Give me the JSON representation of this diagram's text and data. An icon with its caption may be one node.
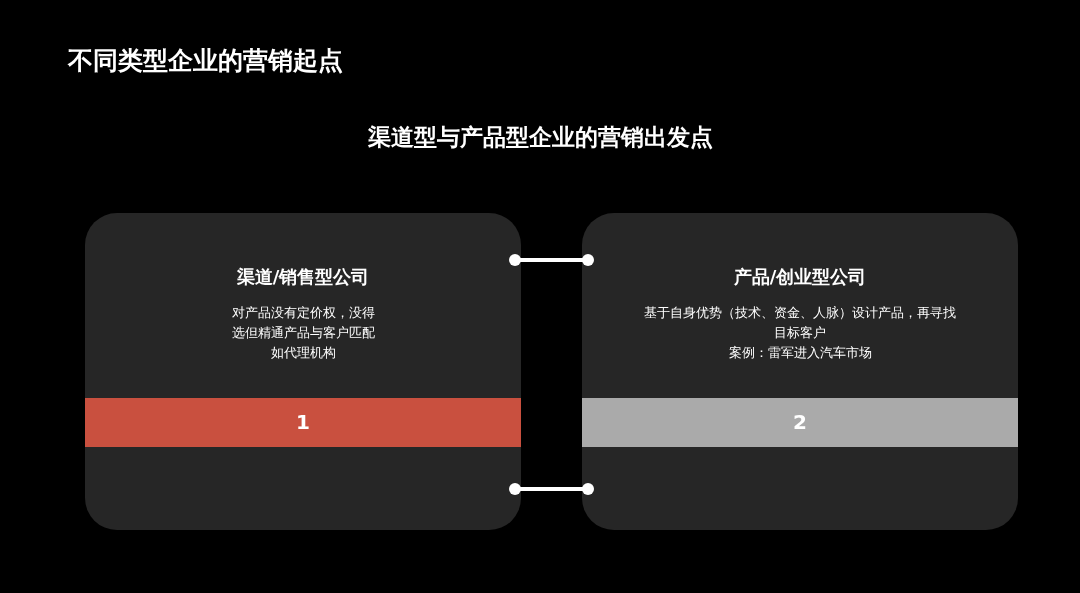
{
  "diagram": {
    "title": "不同类型企业的营销起点",
    "nodes": [
      {
        "text": [
          "渠道/销售型公司",
          "对产品没有定价权，没得选但精通产品与客户匹配如代理机构"
        ]
      },
      {
        "text": [
          "1"
        ],
        "in": 0
      },
      {
        "text": [
          "产品/创业型公司",
          "基于自身优势（技术、资金、人脉）设计产品，再寻找目标客户",
          "案例：雷军进入汽车市场"
        ]
      },
      {
        "text": [
          "2"
        ],
        "in": 2
      }
    ],
    "edges": [
      {
        "from": 0,
        "to": 2,
        "arrow": "other"
      },
      {
        "from": 0,
        "to": 2,
        "arrow": "other"
      }
    ],
    "labels": [
      "渠道型与产品型企业的营销出发点"
    ]
  }
}
